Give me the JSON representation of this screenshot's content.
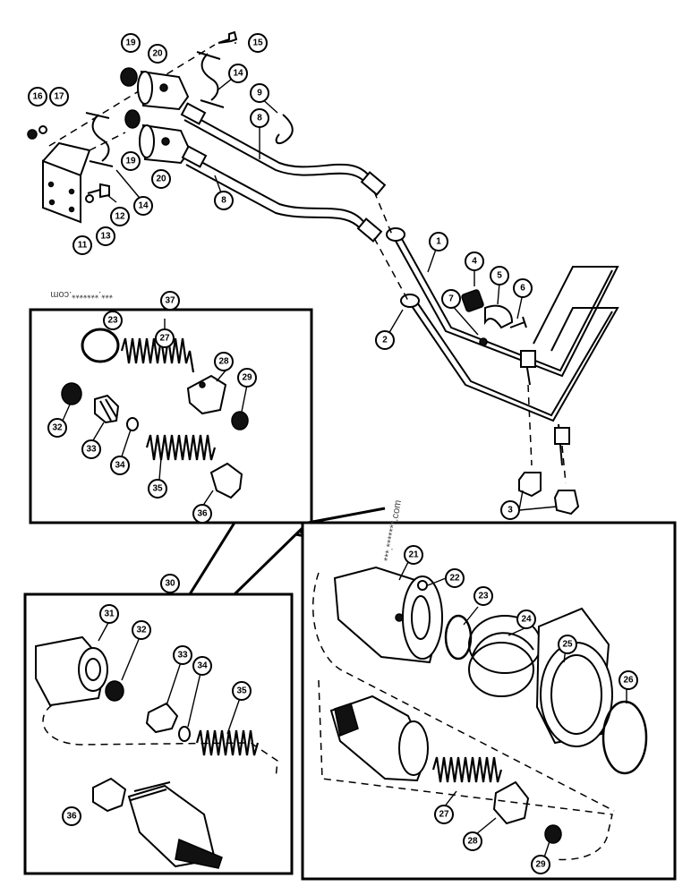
{
  "watermarks": [
    "***.*******.com",
    "***.*******.com"
  ],
  "callouts": [
    "1",
    "2",
    "3",
    "4",
    "5",
    "6",
    "7",
    "8",
    "8",
    "9",
    "11",
    "12",
    "13",
    "14",
    "14",
    "15",
    "16",
    "17",
    "19",
    "19",
    "20",
    "20",
    "21",
    "22",
    "23",
    "23",
    "24",
    "25",
    "26",
    "27",
    "27",
    "28",
    "28",
    "29",
    "29",
    "30",
    "31",
    "32",
    "32",
    "33",
    "33",
    "34",
    "34",
    "35",
    "35",
    "36",
    "36",
    "37"
  ]
}
